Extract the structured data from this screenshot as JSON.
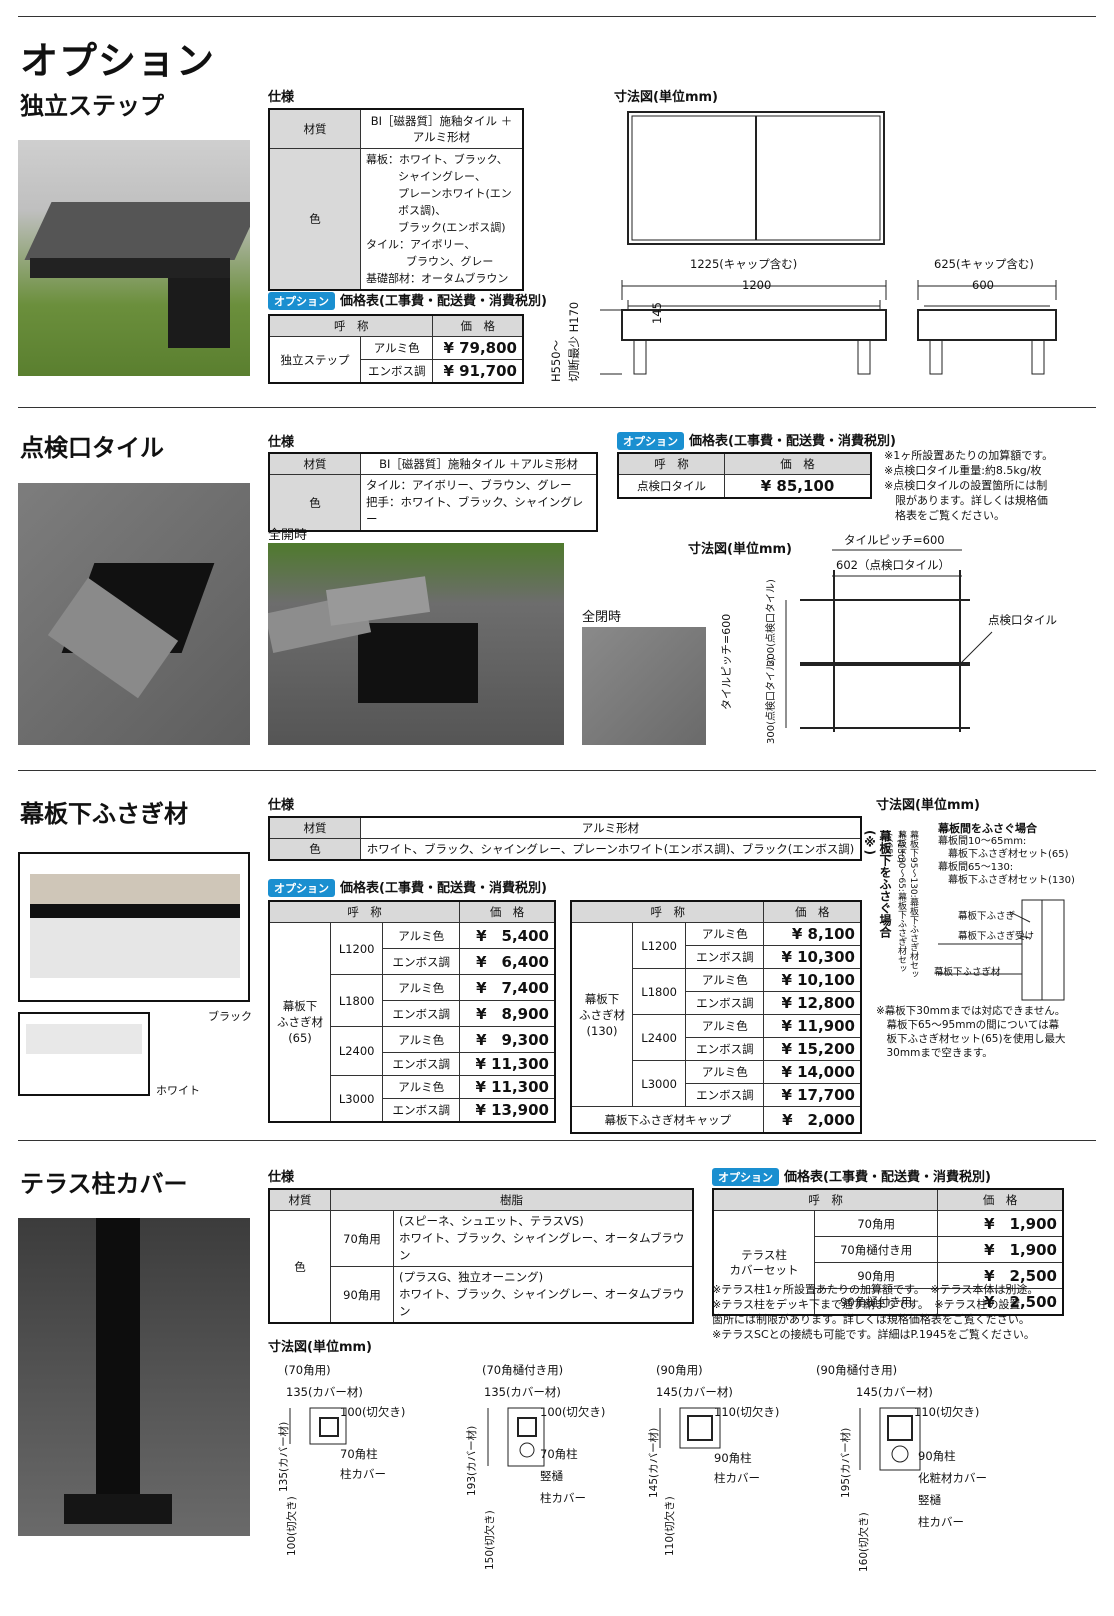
{
  "page_title": "オプション",
  "sec1": {
    "title": "独立ステップ",
    "spec_label": "仕様",
    "material_h": "材質",
    "material_v1": "BI［磁器質］施釉タイル ＋",
    "material_v2": "アルミ形材",
    "color_h": "色",
    "color_lines": [
      "幕板：ホワイト、ブラック、",
      "シャイングレー、",
      "プレーンホワイト(エンボス調)、",
      "ブラック(エンボス調)",
      "タイル：アイボリー、",
      "ブラウン、グレー",
      "基礎部材：オータムブラウン"
    ],
    "badge": "オプション",
    "price_title": "価格表(工事費・配送費・消費税別)",
    "col_name": "呼　称",
    "col_price": "価　格",
    "item": "独立ステップ",
    "rows": [
      {
        "t": "アルミ色",
        "p": "¥ 79,800"
      },
      {
        "t": "エンボス調",
        "p": "¥ 91,700"
      }
    ],
    "dim_title": "寸法図(単位mm)",
    "d1": "1225(キャップ含む)",
    "d2": "1200",
    "d3": "625(キャップ含む)",
    "d4": "600",
    "d5": "145",
    "d6a": "H550〜",
    "d6b": "切断最少 H170"
  },
  "sec2": {
    "title": "点検口タイル",
    "spec_label": "仕様",
    "material_h": "材質",
    "material_v": "BI［磁器質］施釉タイル ＋アルミ形材",
    "color_h": "色",
    "color_l1": "タイル：アイボリー、ブラウン、グレー",
    "color_l2": "把手：ホワイト、ブラック、シャイングレー",
    "badge": "オプション",
    "price_title": "価格表(工事費・配送費・消費税別)",
    "col_name": "呼　称",
    "col_price": "価　格",
    "item": "点検口タイル",
    "price": "¥ 85,100",
    "notes": [
      "※1ヶ所設置あたりの加算額です。",
      "※点検口タイル重量:約8.5kg/枚",
      "※点検口タイルの設置箇所には制",
      "　限があります。詳しくは規格価",
      "　格表をご覧ください。"
    ],
    "cap_open": "全開時",
    "cap_closed": "全閉時",
    "dim_title": "寸法図(単位mm)",
    "d_pitch": "タイルピッチ=600",
    "d_602": "602（点検口タイル）",
    "d_label": "点検口タイル",
    "d_v1": "タイルピッチ=600",
    "d_v2": "300(点検口タイル)",
    "d_v3": "300(点検口タイル)"
  },
  "sec3": {
    "title": "幕板下ふさぎ材",
    "spec_label": "仕様",
    "material_h": "材質",
    "material_v": "アルミ形材",
    "color_h": "色",
    "color_v": "ホワイト、ブラック、シャイングレー、プレーンホワイト(エンボス調)、ブラック(エンボス調)",
    "cap_black": "ブラック",
    "cap_white": "ホワイト",
    "badge": "オプション",
    "price_title": "価格表(工事費・配送費・消費税別)",
    "col_name": "呼　称",
    "col_price": "価　格",
    "t1_item": [
      "幕板下",
      "ふさぎ材",
      "(65)"
    ],
    "t1_rows": [
      {
        "size": "L1200",
        "a": "¥　5,400",
        "e": "¥　6,400"
      },
      {
        "size": "L1800",
        "a": "¥　7,400",
        "e": "¥　8,900"
      },
      {
        "size": "L2400",
        "a": "¥　9,300",
        "e": "¥ 11,300"
      },
      {
        "size": "L3000",
        "a": "¥ 11,300",
        "e": "¥ 13,900"
      }
    ],
    "t2_item": [
      "幕板下",
      "ふさぎ材",
      "(130)"
    ],
    "t2_rows": [
      {
        "size": "L1200",
        "a": "¥ 8,100",
        "e": "¥ 10,300"
      },
      {
        "size": "L1800",
        "a": "¥ 10,100",
        "e": "¥ 12,800"
      },
      {
        "size": "L2400",
        "a": "¥ 11,900",
        "e": "¥ 15,200"
      },
      {
        "size": "L3000",
        "a": "¥ 14,000",
        "e": "¥ 17,700"
      }
    ],
    "alu": "アルミ色",
    "emb": "エンボス調",
    "cap_item": "幕板下ふさぎ材キャップ",
    "cap_price": "¥　2,000",
    "dim_title": "寸法図(単位mm)",
    "dim_vert": "幕板下をふさぐ場合(※)",
    "dim_vert2": "幕板下30〜65:幕板下ふさぎ材セット(65)",
    "dim_vert3": "幕板下95〜130:幕板下ふさぎ材セット(130)",
    "dim_lines": [
      "幕板間をふさぐ場合",
      "幕板間10〜65mm:",
      "　幕板下ふさぎ材セット(65)",
      "幕板間65〜130:",
      "　幕板下ふさぎ材セット(130)"
    ],
    "dim_l1": "幕板下ふさぎ",
    "dim_l2": "幕板下ふさぎ受け",
    "dim_l3": "幕板下ふさぎ材",
    "notes": [
      "※幕板下30mmまでは対応できません。",
      "　幕板下65〜95mmの間については幕",
      "　板下ふさぎ材セット(65)を使用し最大",
      "　30mmまで空きます。"
    ]
  },
  "sec4": {
    "title": "テラス柱カバー",
    "spec_label": "仕様",
    "material_h": "材質",
    "material_v": "樹脂",
    "color_h": "色",
    "r70": "70角用",
    "r70_l1": "(スピーネ、シュエット、テラスVS)",
    "r70_l2": "ホワイト、ブラック、シャイングレー、オータムブラウン",
    "r90": "90角用",
    "r90_l1": "(プラスG、独立オーニング)",
    "r90_l2": "ホワイト、ブラック、シャイングレー、オータムブラウン",
    "badge": "オプション",
    "price_title": "価格表(工事費・配送費・消費税別)",
    "col_name": "呼　称",
    "col_price": "価　格",
    "item": [
      "テラス柱",
      "カバーセット"
    ],
    "rows": [
      {
        "t": "70角用",
        "p": "¥　1,900"
      },
      {
        "t": "70角樋付き用",
        "p": "¥　1,900"
      },
      {
        "t": "90角用",
        "p": "¥　2,500"
      },
      {
        "t": "90角樋付き用",
        "p": "¥　2,500"
      }
    ],
    "notes": [
      "※テラス柱1ヶ所設置あたりの加算額です。　※テラス本体は別途。",
      "※テラス柱をデッキ下まで通す納まりです。　※テラス柱の設置",
      "箇所には制限があります。詳しくは規格価格表をご覧ください。",
      "※テラスSCとの接続も可能です。詳細はP.1945をご覧ください。"
    ],
    "dim_title": "寸法図(単位mm)",
    "diagrams": [
      {
        "title": "(70角用)",
        "top": "135(カバー材)",
        "cut": "100(切欠き)",
        "v1": "135(カバー材)",
        "v2": "100(切欠き)",
        "labels": [
          "70角柱",
          "柱カバー"
        ]
      },
      {
        "title": "(70角樋付き用)",
        "top": "135(カバー材)",
        "cut": "100(切欠き)",
        "v1": "193(カバー材)",
        "v2": "150(切欠き)",
        "labels": [
          "70角柱",
          "竪樋",
          "柱カバー"
        ]
      },
      {
        "title": "(90角用)",
        "top": "145(カバー材)",
        "cut": "110(切欠き)",
        "v1": "145(カバー材)",
        "v2": "110(切欠き)",
        "labels": [
          "90角柱",
          "柱カバー"
        ]
      },
      {
        "title": "(90角樋付き用)",
        "top": "145(カバー材)",
        "cut": "110(切欠き)",
        "v1": "195(カバー材)",
        "v2": "160(切欠き)",
        "labels": [
          "90角柱",
          "化粧材カバー",
          "竪樋",
          "柱カバー"
        ]
      }
    ]
  }
}
